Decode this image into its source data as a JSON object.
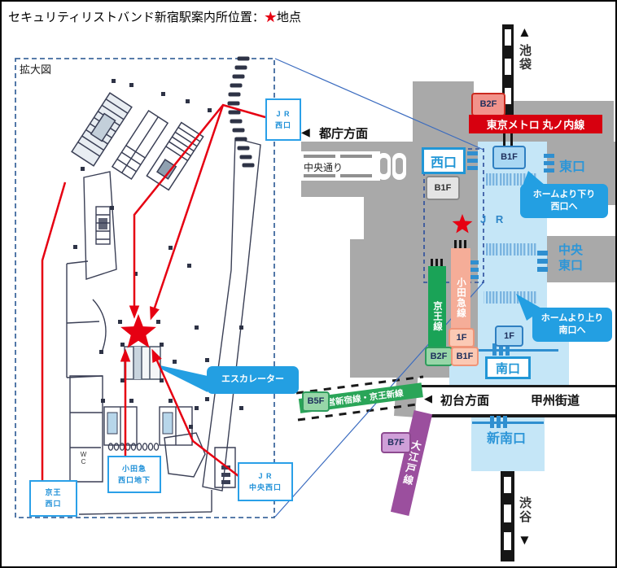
{
  "title": {
    "text_before_star": "セキュリティリストバンド新宿駅案内所位置：",
    "star": "★",
    "text_after_star": "地点"
  },
  "enlarged_map": {
    "label": "拡大図",
    "escalator_callout": "エスカレーター",
    "wc_label": "WC",
    "exit_boxes": {
      "jr_west": {
        "line1": "J R",
        "line2": "西口"
      },
      "keio_west": {
        "line1": "京王",
        "line2": "西口"
      },
      "odakyu_west": {
        "line1": "小田急",
        "line2": "西口地下"
      },
      "jr_central_west": {
        "line1": "J R",
        "line2": "中央西口"
      }
    }
  },
  "station_map": {
    "direction_top": "池袋",
    "direction_bottom": "渋谷",
    "direction_west": "都庁方面",
    "direction_south": "初台方面",
    "road_chuo_dori": "中央通り",
    "road_koshu_kaido": "甲州街道",
    "marunouchi_banner": "東京メトロ 丸ノ内線",
    "jr_label": "J R",
    "arrows": {
      "up": "▲",
      "down": "▼",
      "left": "◀"
    },
    "exits": {
      "west": "西口",
      "east": "東口",
      "central_east_line1": "中央",
      "central_east_line2": "東口",
      "south": "南口",
      "new_south": "新南口"
    },
    "lines": {
      "keio": "京王線",
      "odakyu": "小田急線",
      "toei_keio_new": "都営新宿線・京王新線",
      "oedo": "大江戸線"
    },
    "floor_badges": {
      "b2f_marunouchi": "B2F",
      "b1f_east": "B1F",
      "b1f_west": "B1F",
      "f1_jr": "1F",
      "f1_odakyu": "1F",
      "b2f_keio": "B2F",
      "b1f_odakyu": "B1F",
      "b5f_toei": "B5F",
      "b7f_oedo": "B7F"
    },
    "callouts": {
      "to_west": {
        "line1": "ホームより下り",
        "line2": "西口へ"
      },
      "to_south": {
        "line1": "ホームより上り",
        "line2": "南口へ"
      }
    }
  },
  "colors": {
    "star_red": "#e60012",
    "marunouchi_red": "#d7000f",
    "map_blue": "#2196d6",
    "jr_area_blue": "#c5e6f7",
    "building_gray": "#a9a9a9",
    "keio_green": "#1aa357",
    "odakyu_pink": "#f5ad98",
    "toei_green": "#2aa558",
    "oedo_purple": "#9b4f9e",
    "callout_blue": "#239fe2"
  }
}
